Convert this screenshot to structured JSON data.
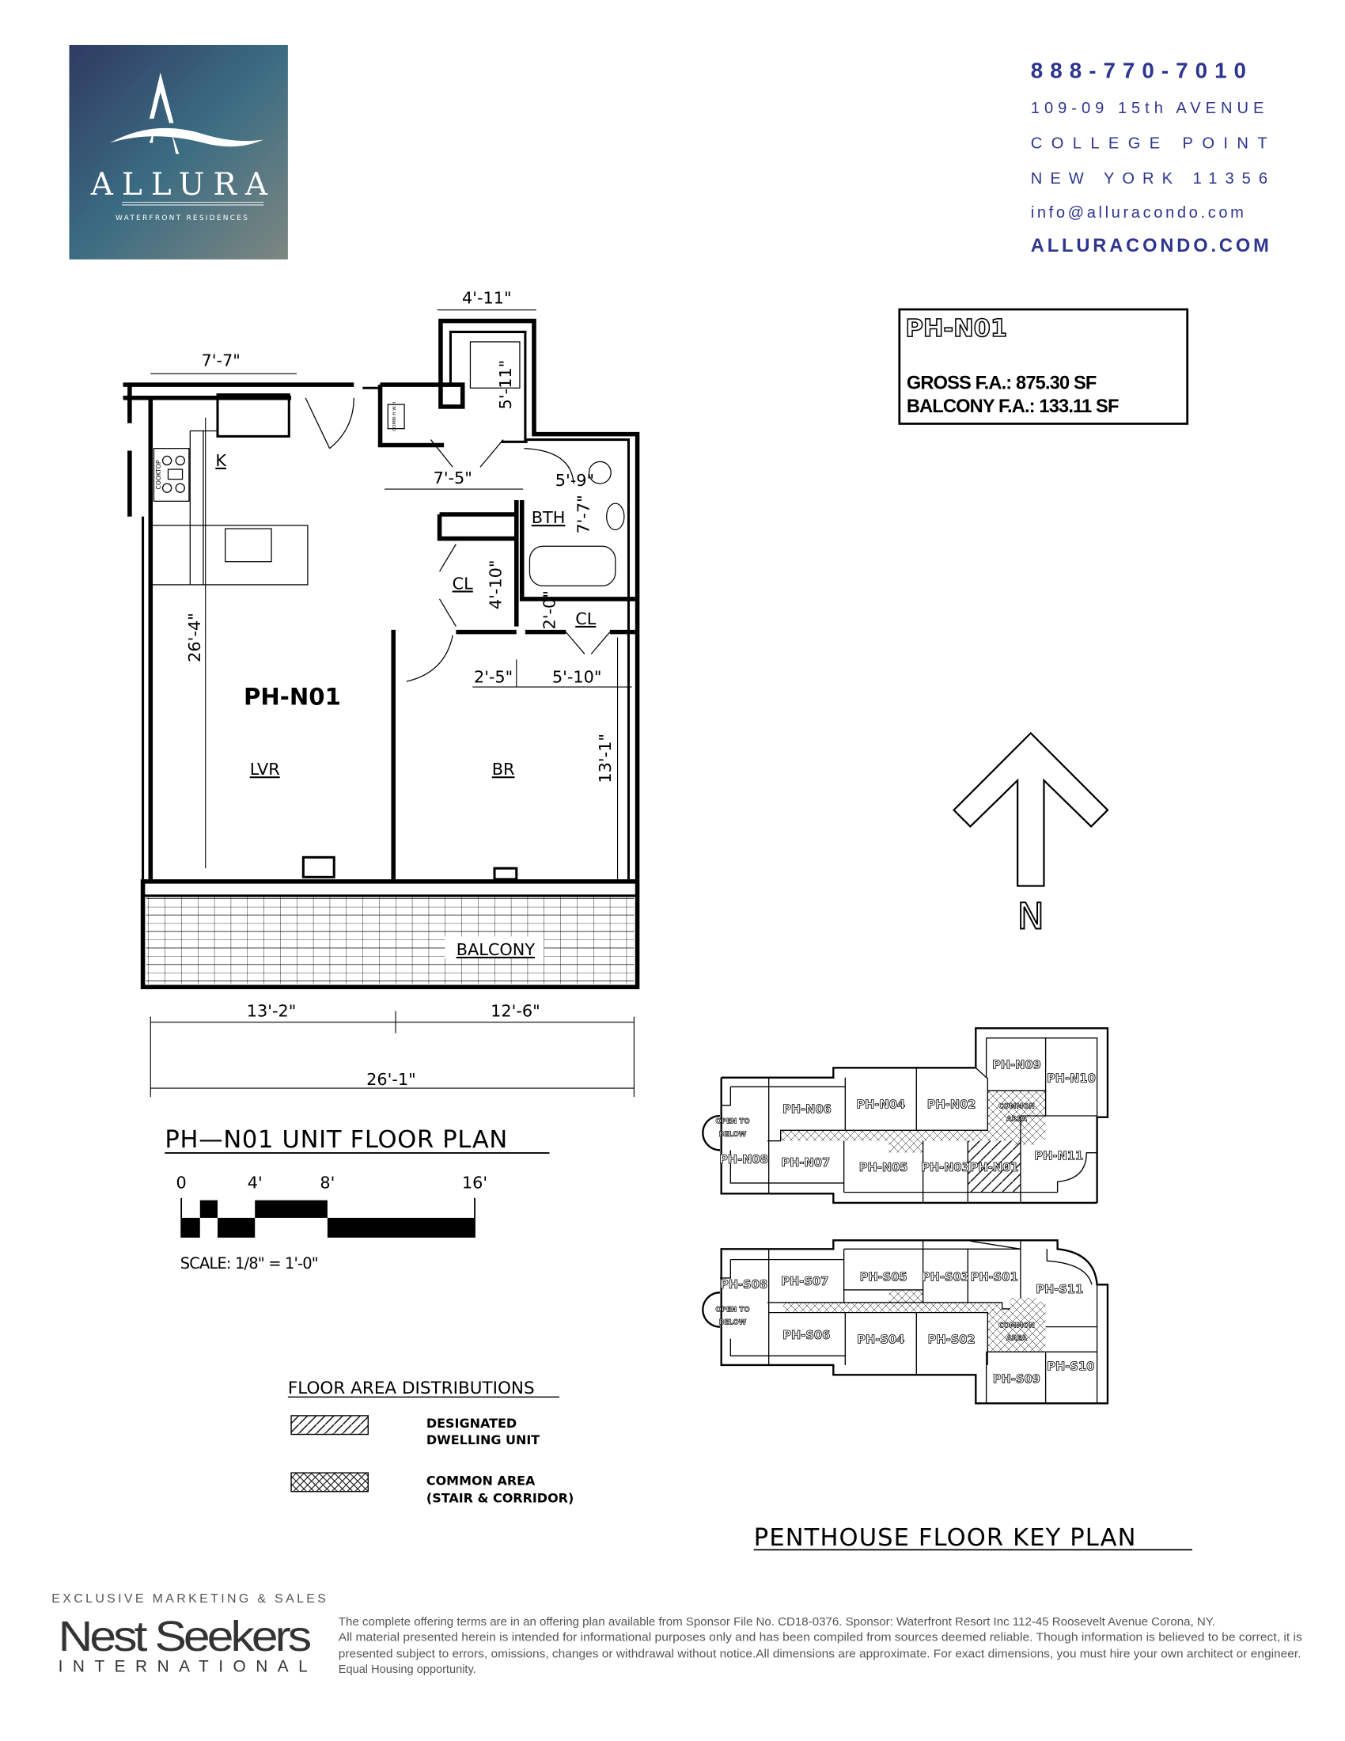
{
  "brand": {
    "logo_name": "ALLURA",
    "logo_tagline": "WATERFRONT RESIDENCES",
    "logo_colors": [
      "#2f3a62",
      "#3b6c82",
      "#7d8781"
    ]
  },
  "contact": {
    "phone": "888-770-7010",
    "address_line1": "109-09 15th AVENUE",
    "address_line2": "COLLEGE POINT",
    "address_line3": "NEW YORK 11356",
    "email": "info@alluracondo.com",
    "website": "ALLURACONDO.COM",
    "color": "#2d3590"
  },
  "unit_info": {
    "unit": "PH-N01",
    "gross_fa": "GROSS F.A.: 875.30 SF",
    "balcony_fa": "BALCONY F.A.: 133.11 SF"
  },
  "floor_plan": {
    "title": "PH—N01  UNIT  FLOOR  PLAN",
    "unit_label": "PH-N01",
    "rooms": {
      "kitchen": "K",
      "living": "LVR",
      "bedroom": "BR",
      "bath": "BTH",
      "closet1": "CL",
      "closet2": "CL",
      "balcony": "BALCONY"
    },
    "dimensions": {
      "storage_width": "4'-11\"",
      "storage_depth": "5'-11\"",
      "kitchen_width": "7'-7\"",
      "foyer_width": "7'-5\"",
      "bath_width": "5'-9\"",
      "bath_depth": "7'-7\"",
      "closet1_depth": "4'-10\"",
      "closet2_depth": "2'-0\"",
      "unit_depth": "26'-4\"",
      "hall_width": "2'-5\"",
      "bedroom_width_top": "5'-10\"",
      "bedroom_depth": "13'-1\"",
      "balcony_left": "13'-2\"",
      "balcony_right": "12'-6\"",
      "total_width": "26'-1\""
    },
    "appliance_labels": {
      "cooktop": "COOKTOP",
      "water_heater": "COMBI H.W.H"
    }
  },
  "scale": {
    "ticks": [
      "0",
      "4'",
      "8'",
      "16'"
    ],
    "label": "SCALE: 1/8\" = 1'-0\""
  },
  "legend": {
    "title": "FLOOR  AREA  DISTRIBUTIONS",
    "items": [
      {
        "pattern": "diagonal-hatch",
        "line1": "DESIGNATED",
        "line2": "DWELLING  UNIT"
      },
      {
        "pattern": "cross-hatch",
        "line1": "COMMON  AREA",
        "line2": "(STAIR  &  CORRIDOR)"
      }
    ]
  },
  "north_arrow": {
    "label": "N"
  },
  "key_plan": {
    "title": "PENTHOUSE  FLOOR  KEY  PLAN",
    "north_units": [
      "PH-N06",
      "PH-N04",
      "PH-N02",
      "PH-N09",
      "PH-N10",
      "PH-N08",
      "PH-N07",
      "PH-N05",
      "PH-N03",
      "PH-N01",
      "PH-N11"
    ],
    "south_units": [
      "PH-S08",
      "PH-S07",
      "PH-S05",
      "PH-S03",
      "PH-S01",
      "PH-S11",
      "PH-S06",
      "PH-S04",
      "PH-S02",
      "PH-S09",
      "PH-S10"
    ],
    "open_to_below": [
      "OPEN TO",
      "BELOW"
    ],
    "common_area": [
      "COMMON",
      "AREA"
    ],
    "highlighted_unit": "PH-N01"
  },
  "footer": {
    "tagline": "EXCLUSIVE MARKETING & SALES",
    "company": "Nest Seekers",
    "company_sub": "INTERNATIONAL",
    "disclaimer": [
      "The complete offering terms are in an offering plan available from Sponsor File No. CD18-0376.  Sponsor: Waterfront Resort Inc 112-45 Roosevelt Avenue Corona, NY.",
      "All material presented herein is intended for informational purposes only and has been compiled from sources deemed reliable. Though information is believed to be correct, it is",
      "presented subject to errors, omissions, changes or withdrawal without notice.All dimensions are approximate.  For exact dimensions, you must hire your own architect or engineer.",
      "Equal Housing opportunity."
    ]
  }
}
